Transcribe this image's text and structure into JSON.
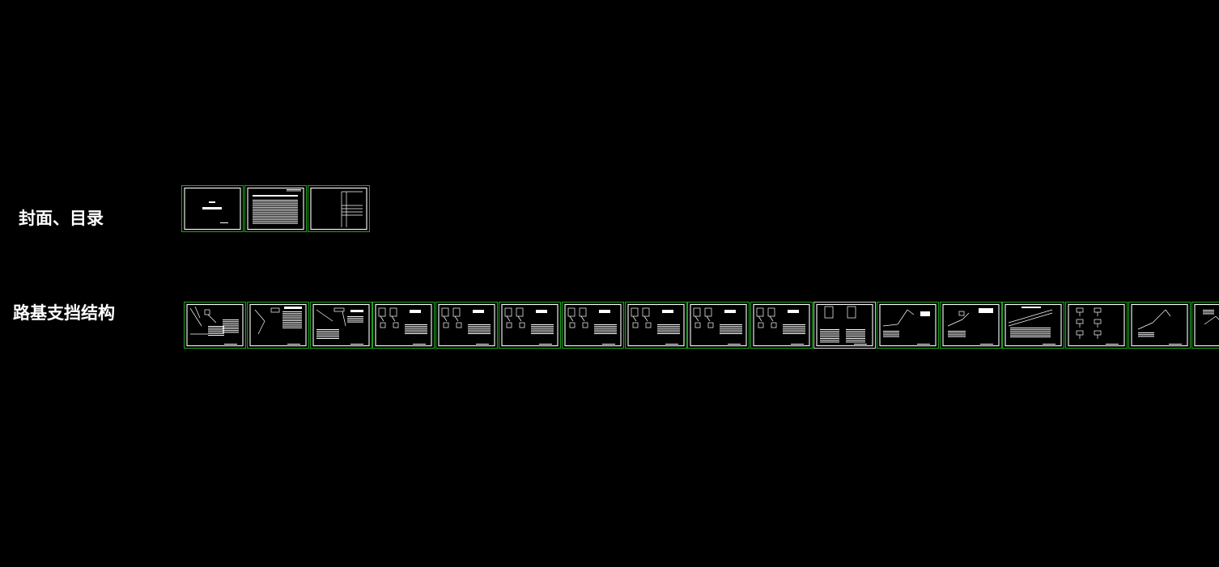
{
  "drawing": {
    "colors": {
      "background": "#000000",
      "sheet_outer": "#1fa51f",
      "sheet_outer_selected": "#cfcfcf",
      "sheet_inner": "#ffffff"
    },
    "groups": [
      {
        "label": "封面、目录",
        "sheets": [
          {
            "kind": "cover"
          },
          {
            "kind": "index-text"
          },
          {
            "kind": "index-table"
          }
        ]
      },
      {
        "label": "路基支挡结构",
        "sheets": [
          {
            "kind": "detail-a"
          },
          {
            "kind": "detail-b"
          },
          {
            "kind": "detail-c"
          },
          {
            "kind": "pile"
          },
          {
            "kind": "pile"
          },
          {
            "kind": "pile"
          },
          {
            "kind": "pile"
          },
          {
            "kind": "pile"
          },
          {
            "kind": "pile"
          },
          {
            "kind": "pile"
          },
          {
            "kind": "frame",
            "selected": true
          },
          {
            "kind": "slope"
          },
          {
            "kind": "slope2"
          },
          {
            "kind": "long"
          },
          {
            "kind": "anchors"
          },
          {
            "kind": "slope3"
          },
          {
            "kind": "partial"
          }
        ]
      }
    ]
  }
}
